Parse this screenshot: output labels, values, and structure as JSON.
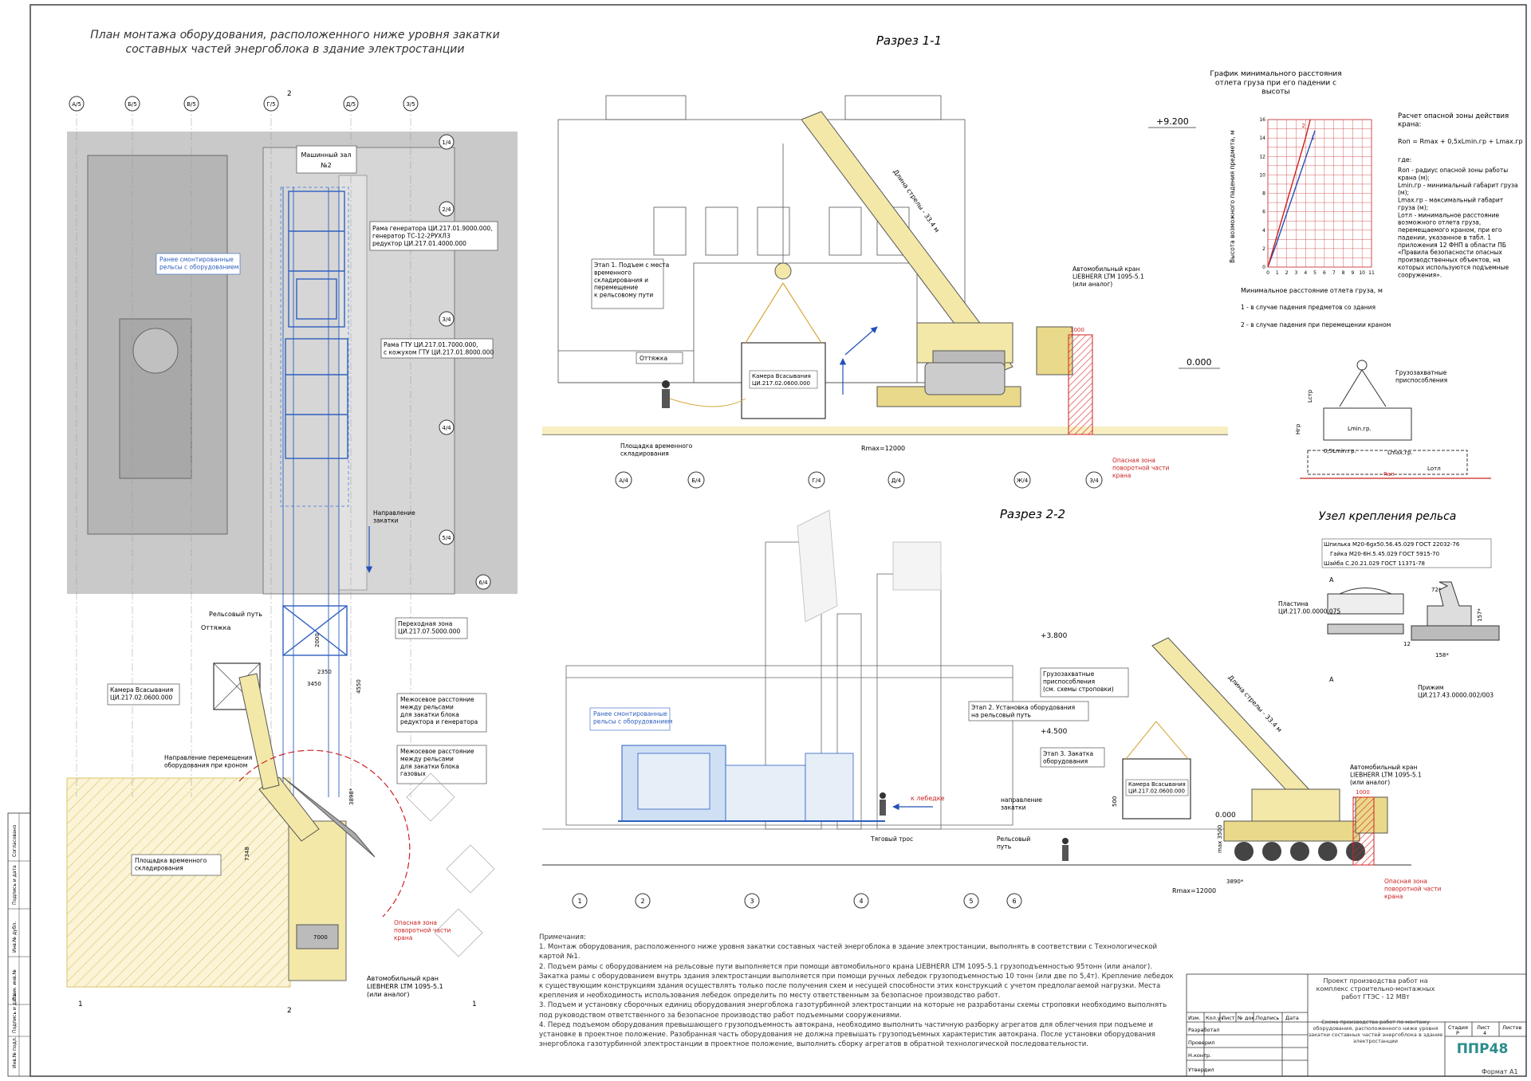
{
  "plan": {
    "title_line1": "План монтажа оборудования, расположенного ниже уровня закатки",
    "title_line2": "составных частей энергоблока в здание электростанции",
    "axes_top": [
      "А/5",
      "Б/5",
      "В/5",
      "Г/5",
      "Д/5",
      "З/5"
    ],
    "axes_right": [
      "1/4",
      "2/4",
      "3/4",
      "4/4",
      "5/4",
      "6/4"
    ],
    "labels": {
      "machine_hall": "Машинный зал",
      "machine_hall_no": "№2",
      "mounted_rails": "Ранее смонтированные\nрельсы с оборудованием",
      "frame_generator": "Рама генератора ЦИ.217.01.9000.000,\nгенератор ТС-12-2РУХЛ3\nредуктор ЦИ.217.01.4000.000",
      "frame_gtu": "Рама ГТУ ЦИ.217.01.7000.000,\nс кожухом ГТУ ЦИ.217.01.8000.000",
      "direction_rolling": "Направление\nзакатки",
      "rail_path": "Рельсовый путь",
      "sling": "Оттяжка",
      "intake_chamber": "Камера Всасывания\nЦИ.217.02.0600.000",
      "transition_zone": "Переходная зона\nЦИ.217.07.5000.000",
      "rail_spacing_1": "Межосевое расстояние\nмежду рельсами\nдля закатки блока\nредуктора и генератора",
      "rail_spacing_2": "Межосевое расстояние\nмежду рельсами\nдля закатки блока\nгазовых",
      "move_direction": "Направление перемещения\nоборудования при кроном",
      "storage_area": "Площадка временного\nскладирования",
      "danger_zone": "Опасная зона\nповоротной части\nкрана",
      "crane": "Автомобильный кран\nLIEBHERR LTM 1095-5.1\n(или аналог)",
      "dim_2350": "2350",
      "dim_3450": "3450",
      "dim_4550": "4550",
      "dim_2000": "2000",
      "dim_3898": "3898*",
      "dim_7348": "7348",
      "dim_7000": "7000",
      "section_1": "1",
      "section_2": "2"
    }
  },
  "section1": {
    "title": "Разрез 1-1",
    "elev_top": "+9.200",
    "elev_zero": "0.000",
    "axes": [
      "А/4",
      "Б/4",
      "Г/4",
      "Д/4",
      "Ж/4",
      "З/4"
    ],
    "labels": {
      "stage1": "Этап 1. Подъем с места\nвременного\nскладирования и\nперемещение\nк рельсовому пути",
      "sling": "Оттяжка",
      "intake": "Камера Всасывания\nЦИ.217.02.0600.000",
      "storage": "Площадка временного\nскладирования",
      "crane": "Автомобильный кран\nLIEBHERR LTM 1095-5.1\n(или аналог)",
      "boom": "Длина стрелы - 33.4 м",
      "danger": "Опасная зона\nповоротной части\nкрана",
      "r_max": "Rmax=12000",
      "dim_1000": "1000"
    }
  },
  "section2": {
    "title": "Разрез 2-2",
    "elev_top": "+3.800",
    "elev_mid": "+4.500",
    "elev_zero": "0.000",
    "axes": [
      "1",
      "2",
      "3",
      "4",
      "5",
      "6"
    ],
    "labels": {
      "mounted_rails": "Ранее смонтированные\nрельсы с оборудованием",
      "lifting_devices": "Грузозахватные\nприспособления\n(см. схемы строповки)",
      "stage2": "Этап 2. Установка оборудования\nна рельсовый путь",
      "stage3": "Этап 3. Закатка\nоборудования",
      "intake": "Камера Всасывания\nЦИ.217.02.0600.000",
      "to_winch": "к лебедке",
      "rolling_dir": "направление\nзакатки",
      "tow_rope": "Тяговый трос",
      "rail_path": "Рельсовый\nпуть",
      "crane": "Автомобильный кран\nLIEBHERR LTM 1095-5.1\n(или аналог)",
      "boom": "Длина стрелы - 33.4 м",
      "danger": "Опасная зона\nповоротной части\nкрана",
      "r_max": "Rmax=12000",
      "dim_3890": "3890*",
      "dim_max": "max 3500",
      "dim_1000": "1000",
      "dim_500": "500"
    }
  },
  "chart": {
    "title": "График минимального расстояния\nотлета груза при его падении с\nвысоты",
    "ylabel": "Высота возможного падения предмета, м",
    "xlabel": "Минимальное расстояние отлета груза, м",
    "legend_1": "1 - в случае падения предметов со здания",
    "legend_2": "2 - в случае падения при перемещении краном",
    "line_label_1": "1",
    "line_label_2": "2"
  },
  "chart_data": {
    "type": "line",
    "x_ticks": [
      "0",
      "1",
      "2",
      "3",
      "4",
      "5",
      "6",
      "7",
      "8",
      "9",
      "10",
      "11"
    ],
    "y_ticks": [
      "0",
      "2",
      "4",
      "6",
      "8",
      "10",
      "12",
      "14",
      "16"
    ],
    "xlim": [
      0,
      11
    ],
    "ylim": [
      0,
      16
    ],
    "series": [
      {
        "name": "1",
        "x": [
          0,
          1,
          2,
          3,
          4,
          5
        ],
        "y": [
          0,
          2.8,
          5.8,
          8.8,
          11.8,
          14.8
        ]
      },
      {
        "name": "2",
        "x": [
          0,
          1,
          2,
          3,
          4,
          4.5
        ],
        "y": [
          0,
          3.5,
          7,
          10.5,
          14,
          16
        ]
      }
    ]
  },
  "calc": {
    "title": "Расчет опасной зоны действия\nкрана:",
    "formula": "Rоп = Rmax + 0,5хLmin.гр + Lmax.гр",
    "where": "где:",
    "body": "Rоп - радиус опасной зоны работы\nкрана (м);\nLmin.гр - минимальный габарит груза\n(м);\nLmax.гр - максимальный габарит\nгруза (м);\nLотл - минимальное расстояние\nвозможного отлета груза,\nперемещаемого краном, при его\nпадении, указанное в табл. 1\nприложения 12 ФНП в области ПБ\n«Правила безопасности опасных\nпроизводственных объектов, на\nкоторых используются подъемные\nсооружения»."
  },
  "lifting_sketch": {
    "label": "Грузозахватные\nприспособления",
    "lmin": "Lmin.гр.",
    "lmax": "Lmax.гр.",
    "half": "0,5Lmin.гр.",
    "ropes": "Lстр",
    "hgr": "Hгр",
    "hop": "Rоп",
    "l_otl": "Lотл"
  },
  "rail_node": {
    "title": "Узел крепления рельса",
    "bolt": "Шпилька М20-6gх50.56.45.029 ГОСТ 22032-76",
    "nut": "Гайка М20-6Н.5.45.029 ГОСТ 5915-70",
    "washer": "Шайба С.20.21.029 ГОСТ 11371-78",
    "plate": "Пластина\nЦИ.217.00.0000.075",
    "clamp": "Прижим\nЦИ.217.43.0000.002/003",
    "section_a": "А",
    "section_aa": "А",
    "dim_72": "72*",
    "dim_157": "157*",
    "dim_158": "158*",
    "dim_12": "12"
  },
  "notes": {
    "heading": "Примечания:",
    "n1": "1. Монтаж оборудования, расположенного ниже уровня закатки составных частей энергоблока в здание электростанции, выполнять в соответствии с Технологической картой №1.",
    "n2": "2. Подъем рамы с оборудованием на рельсовые пути выполняется при помощи автомобильного крана LIEBHERR LTM 1095-5.1 грузоподъемностью 95тонн (или аналог). Закатка рамы с оборудованием внутрь здания электростанции выполняется при помощи ручных лебедок грузоподъемностью 10 тонн (или две по 5,4т). Крепление лебедок к существующим конструкциям здания осуществлять только после получения схем и несущей способности этих конструкций с учетом предполагаемой нагрузки. Места крепления и необходимость использования лебедок определить по месту ответственным за безопасное производство работ.",
    "n3": "3. Подъем и установку сборочных единиц оборудования энергоблока газотурбинной электростанции на которые не разработаны схемы строповки необходимо выполнять под руководством ответственного за безопасное производство работ подъемными сооружениями.",
    "n4": "4. Перед подъемом оборудования превышающего грузоподъемность автокрана, необходимо выполнить частичную разборку агрегатов для облегчения при подъеме и установке в проектное положение. Разобранная часть оборудования не должна превышать грузоподъемных характеристик автокрана. После установки оборудования энергоблока газотурбинной электростанции в проектное положение, выполнить сборку агрегатов в обратной технологической последовательности."
  },
  "title_block": {
    "columns": [
      "Изм.",
      "Кол.уч",
      "Лист",
      "№ док.",
      "Подпись",
      "Дата"
    ],
    "roles": [
      "Разработал",
      "Проверил",
      "Н.контр.",
      "Утвердил"
    ],
    "project": "Проект производства работ на комплекс строительно-монтажных работ ГТЭС - 12 МВт",
    "sheet_title": "Схема производства работ по монтажу оборудования, расположенного ниже уровня закатки составных частей энергоблока в здание электростанции",
    "stage_label": "Стадия",
    "sheet_label": "Лист",
    "sheets_label": "Листов",
    "stage": "Р",
    "sheet": "4",
    "brand": "ППР48",
    "format": "Формат А1",
    "side": [
      "Инв.№ подл.",
      "Подпись и дата",
      "Взам. инв.№",
      "Инв.№ дубл.",
      "Подпись и дата",
      "Согласовано"
    ]
  },
  "colors": {
    "crane_yellow": "#f3e8a8",
    "equipment_blue": "#2d5fbf",
    "danger_red": "#cc2222",
    "hatch_yellow": "#e8d68a",
    "plan_gray": "#c9c9c9"
  }
}
